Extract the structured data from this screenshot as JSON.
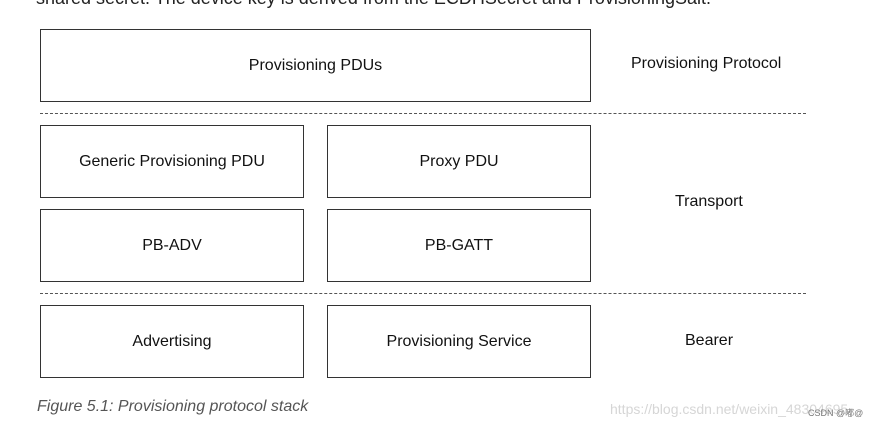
{
  "intro_text": "shared secret. The device key is derived from the ECDHSecret and ProvisioningSalt.",
  "boxes": {
    "provisioning_pdus": "Provisioning PDUs",
    "generic_provisioning_pdu": "Generic Provisioning PDU",
    "proxy_pdu": "Proxy PDU",
    "pb_adv": "PB-ADV",
    "pb_gatt": "PB-GATT",
    "advertising": "Advertising",
    "provisioning_service": "Provisioning Service"
  },
  "layers": {
    "protocol": "Provisioning Protocol",
    "transport": "Transport",
    "bearer": "Bearer"
  },
  "caption": "Figure 5.1: Provisioning protocol stack",
  "watermark": {
    "url": "https://blog.csdn.net/weixin_48304695",
    "label": "CSDN @嘟@"
  },
  "colors": {
    "border": "#333333",
    "dash": "#555555",
    "caption": "#555555"
  }
}
